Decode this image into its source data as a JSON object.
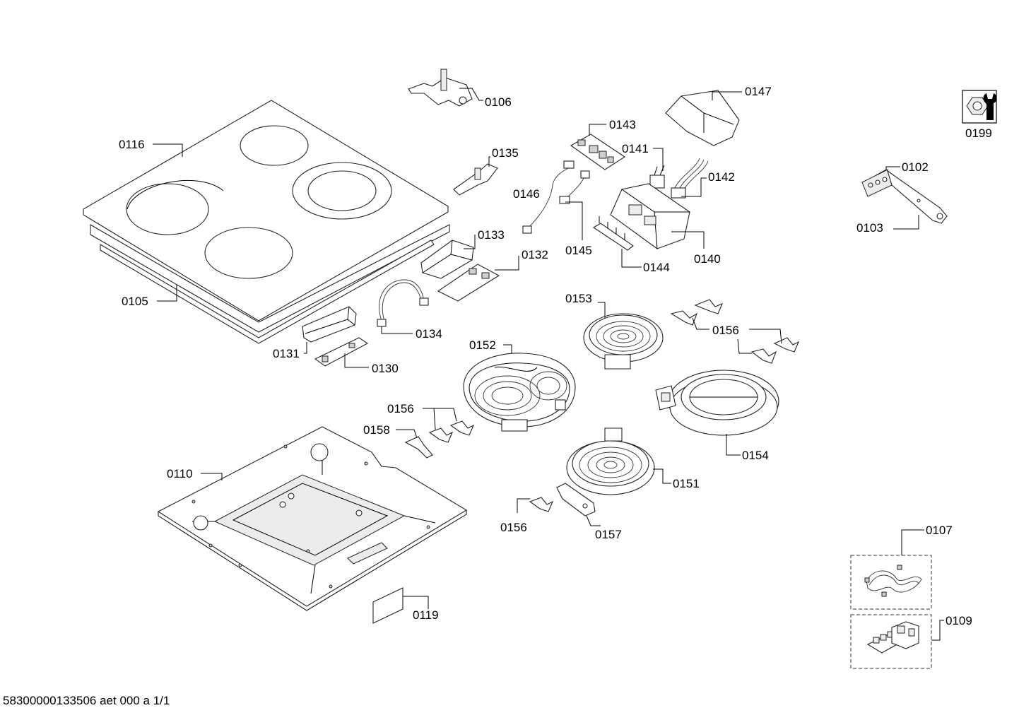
{
  "parts": {
    "p0106": "0106",
    "p0116": "0116",
    "p0105": "0105",
    "p0135": "0135",
    "p0143": "0143",
    "p0147": "0147",
    "p0141": "0141",
    "p0142": "0142",
    "p0146": "0146",
    "p0145": "0145",
    "p0140": "0140",
    "p0144": "0144",
    "p0133": "0133",
    "p0132": "0132",
    "p0134": "0134",
    "p0131": "0131",
    "p0130": "0130",
    "p0153": "0153",
    "p0156a": "0156",
    "p0152": "0152",
    "p0156b": "0156",
    "p0158": "0158",
    "p0154": "0154",
    "p0110": "0110",
    "p0151": "0151",
    "p0156c": "0156",
    "p0157": "0157",
    "p0119": "0119",
    "p0199": "0199",
    "p0102": "0102",
    "p0103": "0103",
    "p0107": "0107",
    "p0109": "0109"
  },
  "footer": {
    "doc_id": "58300000133506 aet 000 a 1/1"
  },
  "icons": {
    "service_tool": "wrench-nut-icon"
  }
}
